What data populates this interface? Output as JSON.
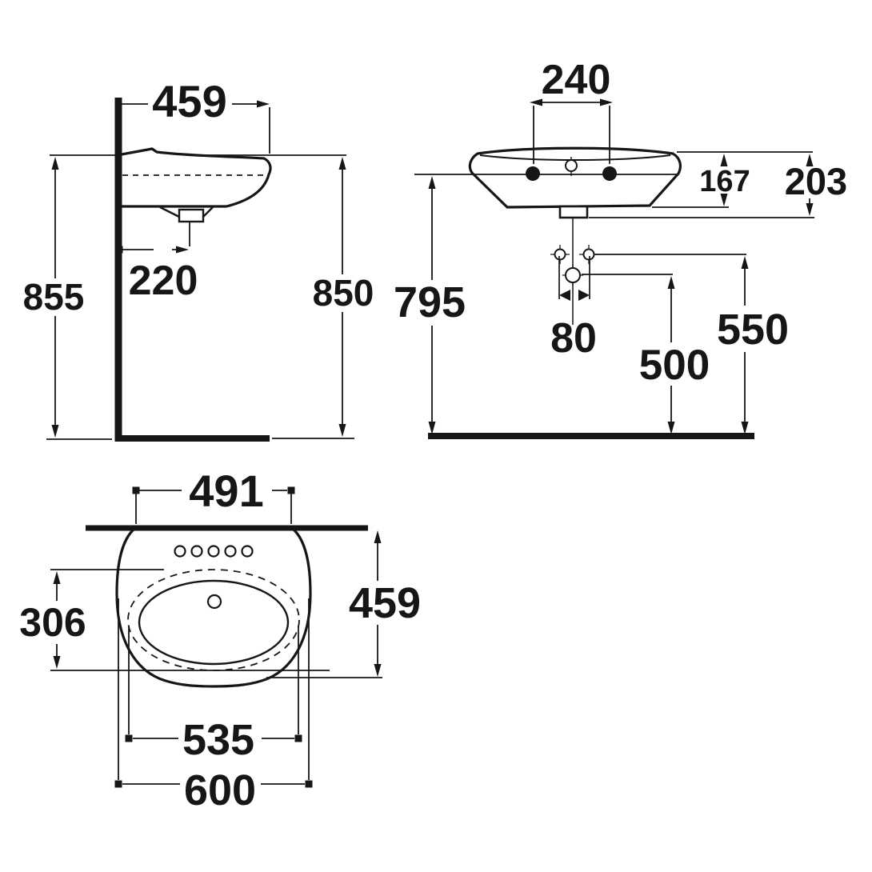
{
  "colors": {
    "ink": "#161616",
    "background": "#ffffff"
  },
  "side_view": {
    "depth": "459",
    "drain_offset_from_wall": "220",
    "rear_height": "855",
    "front_height": "850"
  },
  "front_view": {
    "tap_hole_spacing": "240",
    "body_height": "167",
    "body_height_incl_collar": "203",
    "underside_height": "795",
    "fixing_bolt_spacing": "80",
    "trap_center_height": "500",
    "fixing_bolt_height": "550"
  },
  "plan_view": {
    "back_width": "491",
    "depth": "459",
    "bowl_depth": "306",
    "bowl_width": "535",
    "overall_width": "600"
  }
}
